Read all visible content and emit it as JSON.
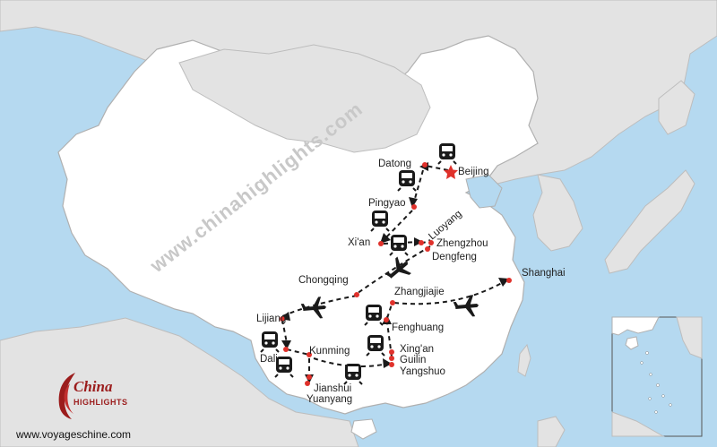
{
  "cities": {
    "beijing": "Beijing",
    "datong": "Datong",
    "pingyao": "Pingyao",
    "xian": "Xi'an",
    "luoyang": "Luoyang",
    "zhengzhou": "Zhengzhou",
    "dengfeng": "Dengfeng",
    "chongqing": "Chongqing",
    "zhangjiajie": "Zhangjiajie",
    "shanghai": "Shanghai",
    "fenghuang": "Fenghuang",
    "lijiang": "Lijiang",
    "dali": "Dali",
    "kunming": "Kunming",
    "xingan": "Xing'an",
    "guilin": "Guilin",
    "yangshuo": "Yangshuo",
    "jianshui": "Jianshui",
    "yuanyang": "Yuanyang"
  },
  "watermark": "www.chinahighlights.com",
  "website": "www.voyageschine.com",
  "logo": {
    "line1": "China",
    "line2": "HIGHLIGHTS"
  },
  "colors": {
    "sea": "#b5d9f0",
    "china": "#ffffff",
    "neighbors": "#e3e3e3",
    "border": "#b0b0b0",
    "city": "#e0312b",
    "route": "#1a1a1a"
  }
}
